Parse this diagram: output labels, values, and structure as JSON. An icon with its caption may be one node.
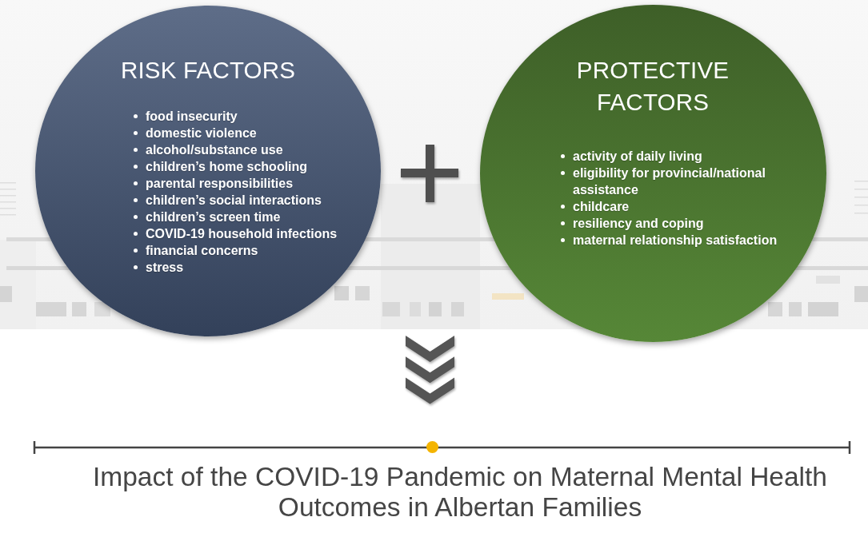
{
  "diagram": {
    "nodes": [
      {
        "text": [
          "RISK FACTORS",
          "food insecurity",
          "domestic violence",
          "alcohol/substance use",
          "children’s home schooling",
          "parental responsibilities",
          "children’s social interactions",
          "children’s screen time",
          "COVID-19 household infections",
          "financial concerns",
          "stress"
        ]
      },
      {
        "text": [
          "PROTECTIVE FACTORS",
          "activity of daily living",
          "eligibility for provincial/national assistance",
          "childcare",
          "resiliency and coping",
          "maternal relationship satisfaction"
        ]
      }
    ],
    "labels": [
      "Impact of the COVID-19 Pandemic on Maternal Mental Health Outcomes in Albertan Families"
    ]
  }
}
